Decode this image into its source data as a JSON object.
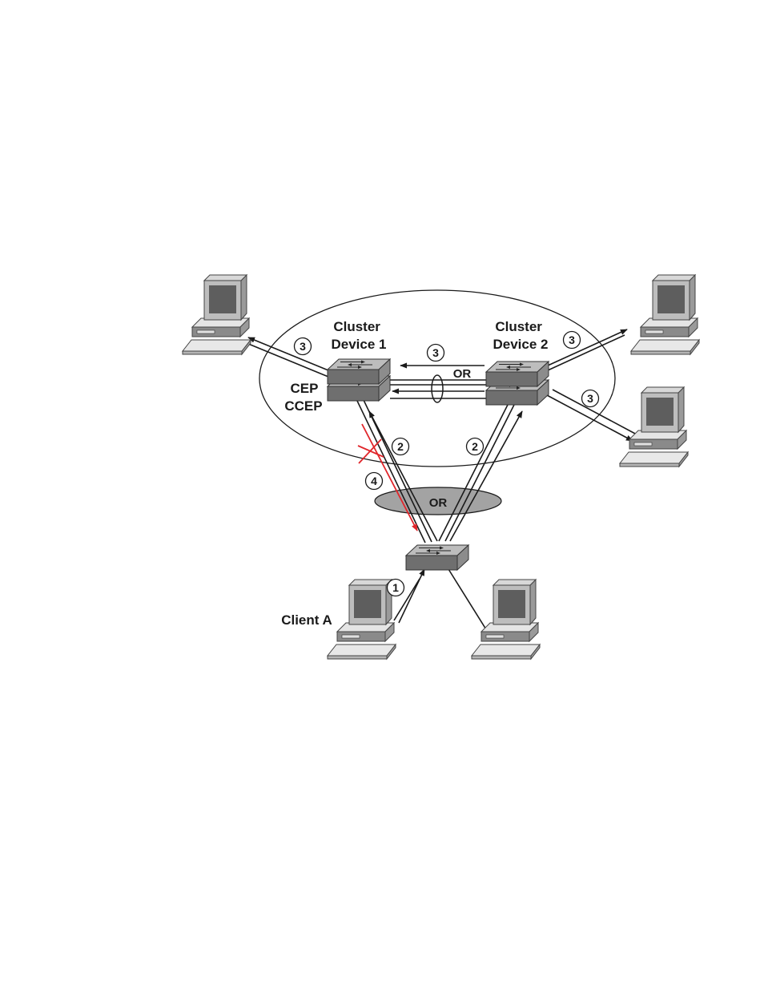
{
  "labels": {
    "cluster_device_1": [
      "Cluster",
      "Device 1"
    ],
    "cluster_device_2": [
      "Cluster",
      "Device 2"
    ],
    "cep": "CEP",
    "ccep": "CCEP",
    "client_a": "Client A",
    "or_top": "OR",
    "or_bottom": "OR"
  },
  "steps": {
    "step1": "1",
    "step2_left": "2",
    "step2_right": "2",
    "step3_top_left": "3",
    "step3_middle": "3",
    "step3_top_right": "3",
    "step3_bottom_right": "3",
    "step4": "4"
  },
  "colors": {
    "line": "#1a1a1a",
    "failed_path": "#e0262b",
    "or_ellipse_fill": "#a3a3a3",
    "device_dark": "#6f6f6f",
    "device_light": "#bdbdbd"
  }
}
